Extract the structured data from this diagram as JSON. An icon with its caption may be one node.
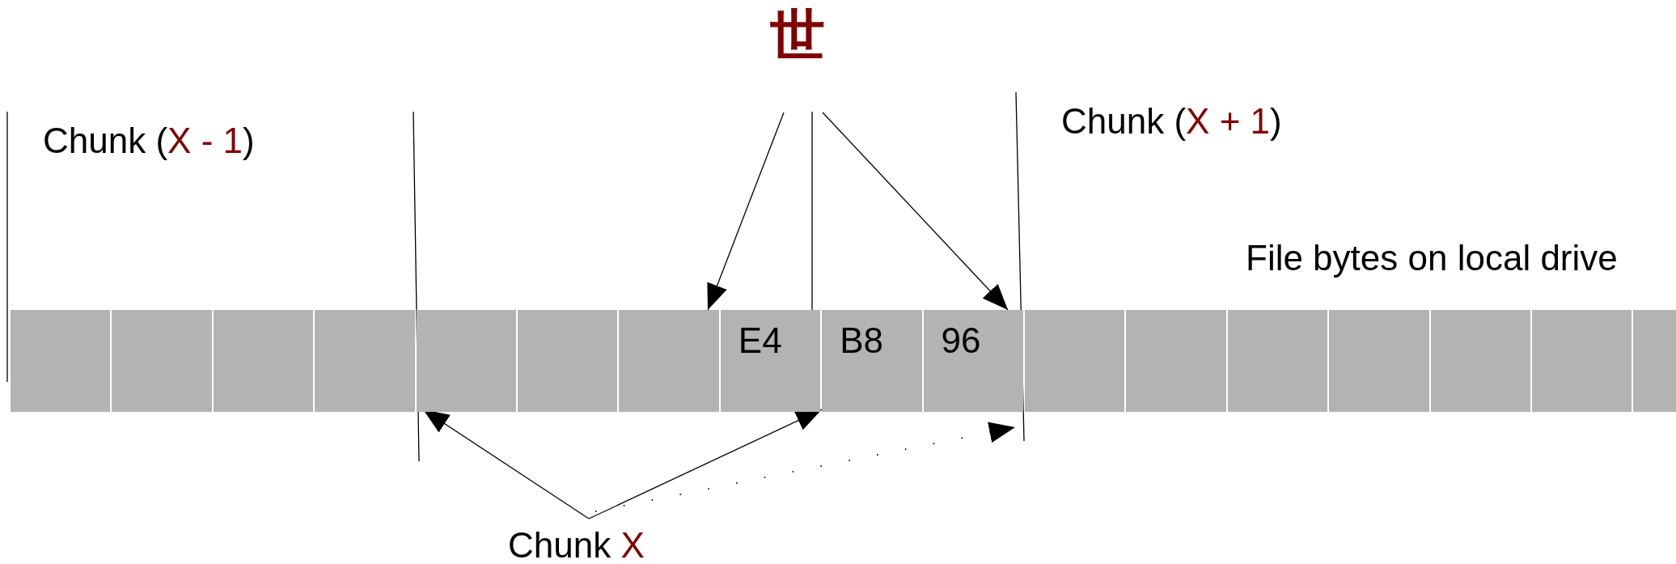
{
  "diagram": {
    "nodes": [
      {
        "text": [
          "世"
        ]
      },
      {
        "text": [
          "Chunk X"
        ]
      },
      {
        "text": [],
        "shape": "box"
      },
      {
        "text": [],
        "shape": "box"
      },
      {
        "text": [],
        "shape": "box"
      },
      {
        "text": [],
        "shape": "box"
      },
      {
        "text": [],
        "shape": "box"
      },
      {
        "text": [],
        "shape": "box"
      },
      {
        "text": [],
        "shape": "box"
      },
      {
        "text": [
          "E4"
        ]
      },
      {
        "text": [
          "B8"
        ]
      },
      {
        "text": [
          "96"
        ]
      },
      {
        "text": [],
        "shape": "box"
      },
      {
        "text": [],
        "shape": "box"
      },
      {
        "text": [],
        "shape": "box"
      },
      {
        "text": [],
        "shape": "box"
      },
      {
        "text": [],
        "shape": "box"
      },
      {
        "text": [],
        "shape": "box"
      },
      {
        "text": [],
        "shape": "box"
      }
    ],
    "edges": [
      {
        "from": 0,
        "to": 9,
        "arrow": "to"
      },
      {
        "from": 0,
        "to": 11,
        "arrow": "to"
      },
      {
        "from": 1,
        "to": 6,
        "arrow": "to"
      },
      {
        "from": 1,
        "to": 10,
        "arrow": "to"
      },
      {
        "from": 1,
        "to": 11,
        "arrow": "to",
        "style": "dashed"
      }
    ],
    "labels": [
      "Chunk (X - 1)",
      "Chunk (X + 1)",
      "File bytes on local drive"
    ]
  }
}
